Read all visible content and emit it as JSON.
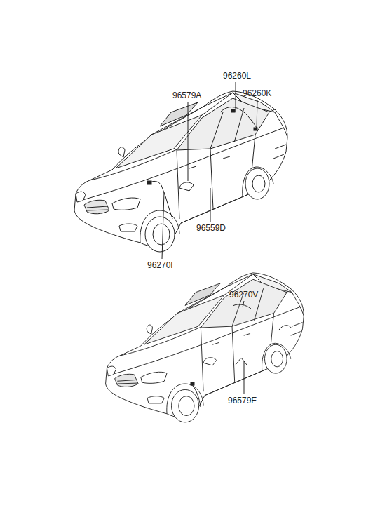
{
  "diagram": {
    "labels": [
      "96260L",
      "96260K",
      "96579A",
      "96559D",
      "96270I",
      "96270V",
      "96579E"
    ]
  }
}
